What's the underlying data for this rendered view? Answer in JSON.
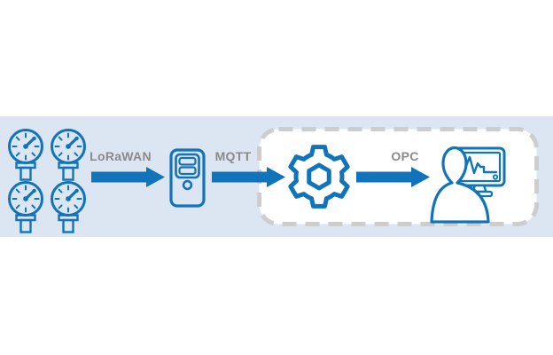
{
  "colors": {
    "accent_blue": "#1173b9",
    "band_background": "#dce6f2",
    "label_gray": "#8a8a8a",
    "dashed_border": "#cdcdcd",
    "box_fill": "#ffffff"
  },
  "flow": {
    "labels": {
      "lorawan": "LoRaWAN",
      "mqtt": "MQTT",
      "opc": "OPC"
    },
    "nodes": [
      {
        "icon": "pressure-gauge-icon",
        "count": 4,
        "role": "field sensors"
      },
      {
        "icon": "gateway-server-icon",
        "role": "LoRaWAN gateway"
      },
      {
        "icon": "gear-icon",
        "role": "processing service"
      },
      {
        "icon": "operator-monitor-icon",
        "role": "operator workstation"
      }
    ]
  }
}
